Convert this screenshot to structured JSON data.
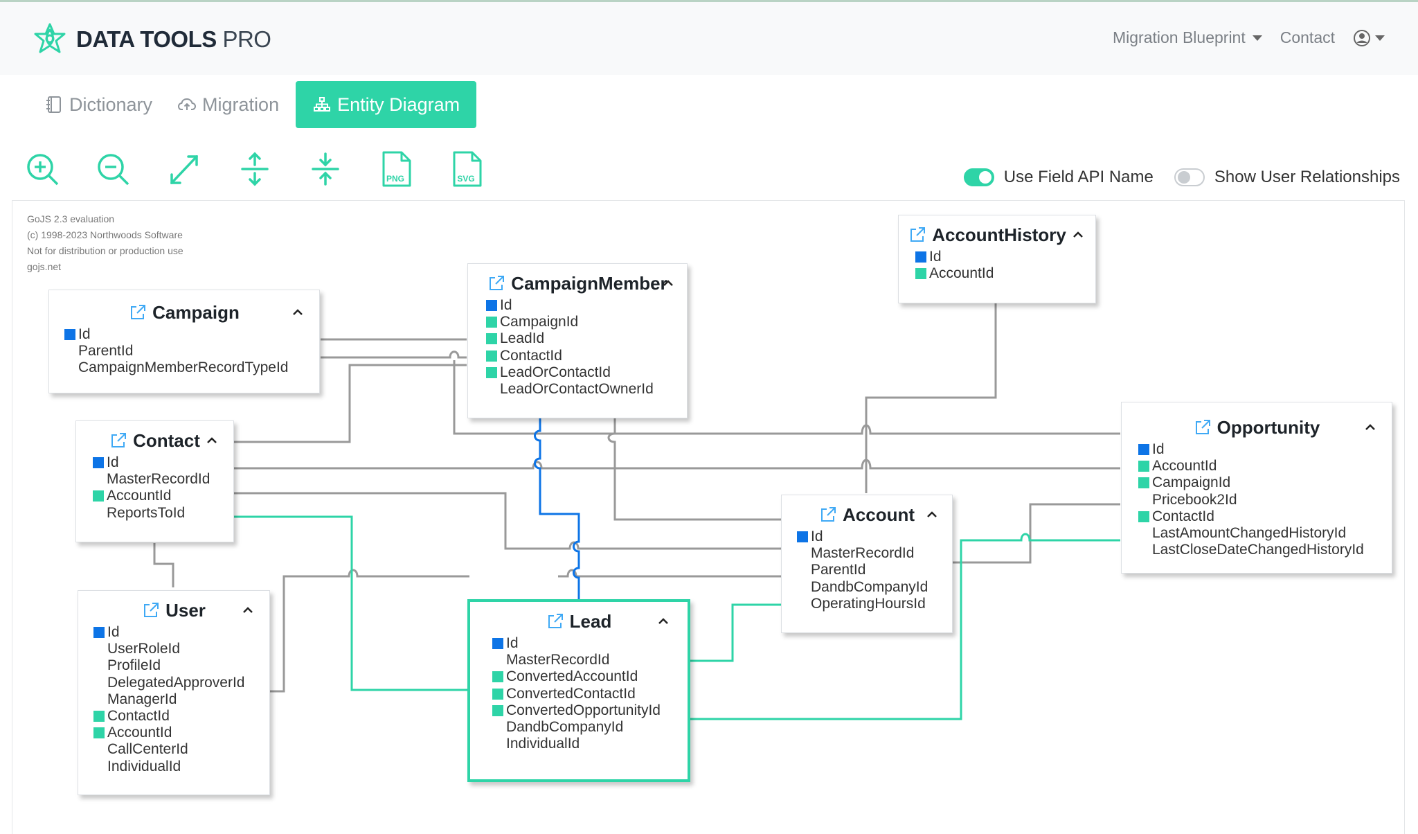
{
  "header": {
    "brand_bold": "DATA TOOLS",
    "brand_light": "PRO",
    "nav": {
      "migration_blueprint": "Migration Blueprint",
      "contact": "Contact"
    },
    "accent_color": "#2ed4a7"
  },
  "tabs": [
    {
      "label": "Dictionary",
      "icon": "book-icon",
      "active": false
    },
    {
      "label": "Migration",
      "icon": "cloud-upload-icon",
      "active": false
    },
    {
      "label": "Entity Diagram",
      "icon": "sitemap-icon",
      "active": true
    }
  ],
  "toolbar": {
    "tools": [
      "zoom-in-icon",
      "zoom-out-icon",
      "fit-expand-icon",
      "expand-vertical-icon",
      "collapse-vertical-icon",
      "png-export-icon",
      "svg-export-icon"
    ],
    "png_label": "PNG",
    "svg_label": "SVG",
    "toggle_api": {
      "label": "Use Field API Name",
      "on": true
    },
    "toggle_user": {
      "label": "Show User Relationships",
      "on": false
    }
  },
  "watermark": {
    "lines": [
      "GoJS 2.3 evaluation",
      "(c) 1998-2023 Northwoods Software",
      "Not for distribution or production use",
      "gojs.net"
    ]
  },
  "legend_colors": {
    "primary_key": "#0d74e6",
    "foreign_key": "#2ed4a7"
  },
  "entities": {
    "campaign": {
      "title": "Campaign",
      "fields": [
        {
          "name": "Id",
          "key": "pk"
        },
        {
          "name": "ParentId",
          "key": "none"
        },
        {
          "name": "CampaignMemberRecordTypeId",
          "key": "none"
        }
      ]
    },
    "campaign_member": {
      "title": "CampaignMember",
      "fields": [
        {
          "name": "Id",
          "key": "pk"
        },
        {
          "name": "CampaignId",
          "key": "fk"
        },
        {
          "name": "LeadId",
          "key": "fk"
        },
        {
          "name": "ContactId",
          "key": "fk"
        },
        {
          "name": "LeadOrContactId",
          "key": "fk"
        },
        {
          "name": "LeadOrContactOwnerId",
          "key": "none"
        }
      ]
    },
    "account_history": {
      "title": "AccountHistory",
      "fields": [
        {
          "name": "Id",
          "key": "pk"
        },
        {
          "name": "AccountId",
          "key": "fk"
        }
      ]
    },
    "contact": {
      "title": "Contact",
      "fields": [
        {
          "name": "Id",
          "key": "pk"
        },
        {
          "name": "MasterRecordId",
          "key": "none"
        },
        {
          "name": "AccountId",
          "key": "fk"
        },
        {
          "name": "ReportsToId",
          "key": "none"
        }
      ]
    },
    "opportunity": {
      "title": "Opportunity",
      "fields": [
        {
          "name": "Id",
          "key": "pk"
        },
        {
          "name": "AccountId",
          "key": "fk"
        },
        {
          "name": "CampaignId",
          "key": "fk"
        },
        {
          "name": "Pricebook2Id",
          "key": "none"
        },
        {
          "name": "ContactId",
          "key": "fk"
        },
        {
          "name": "LastAmountChangedHistoryId",
          "key": "none"
        },
        {
          "name": "LastCloseDateChangedHistoryId",
          "key": "none"
        }
      ]
    },
    "account": {
      "title": "Account",
      "fields": [
        {
          "name": "Id",
          "key": "pk"
        },
        {
          "name": "MasterRecordId",
          "key": "none"
        },
        {
          "name": "ParentId",
          "key": "none"
        },
        {
          "name": "DandbCompanyId",
          "key": "none"
        },
        {
          "name": "OperatingHoursId",
          "key": "none"
        }
      ]
    },
    "user": {
      "title": "User",
      "fields": [
        {
          "name": "Id",
          "key": "pk"
        },
        {
          "name": "UserRoleId",
          "key": "none"
        },
        {
          "name": "ProfileId",
          "key": "none"
        },
        {
          "name": "DelegatedApproverId",
          "key": "none"
        },
        {
          "name": "ManagerId",
          "key": "none"
        },
        {
          "name": "ContactId",
          "key": "fk"
        },
        {
          "name": "AccountId",
          "key": "fk"
        },
        {
          "name": "CallCenterId",
          "key": "none"
        },
        {
          "name": "IndividualId",
          "key": "none"
        }
      ]
    },
    "lead": {
      "title": "Lead",
      "fields": [
        {
          "name": "Id",
          "key": "pk"
        },
        {
          "name": "MasterRecordId",
          "key": "none"
        },
        {
          "name": "ConvertedAccountId",
          "key": "fk"
        },
        {
          "name": "ConvertedContactId",
          "key": "fk"
        },
        {
          "name": "ConvertedOpportunityId",
          "key": "fk"
        },
        {
          "name": "DandbCompanyId",
          "key": "none"
        },
        {
          "name": "IndividualId",
          "key": "none"
        }
      ]
    }
  }
}
